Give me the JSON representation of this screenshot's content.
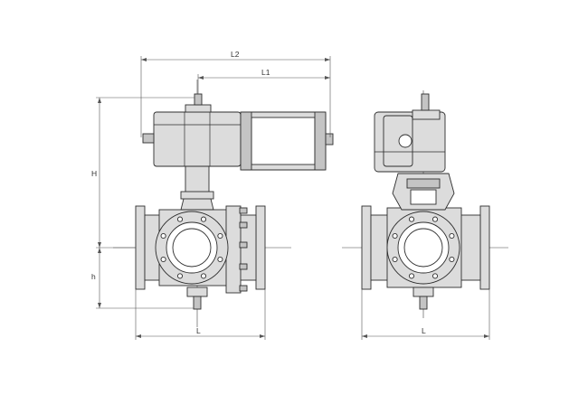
{
  "dimensions": {
    "L2": "L2",
    "L1": "L1",
    "H": "H",
    "h": "h",
    "L_front": "L",
    "L_side": "L"
  },
  "colors": {
    "line": "#2e2e2e",
    "fill_light": "#dcdcdc",
    "fill_dark": "#c4c4c4",
    "background": "#ffffff"
  }
}
